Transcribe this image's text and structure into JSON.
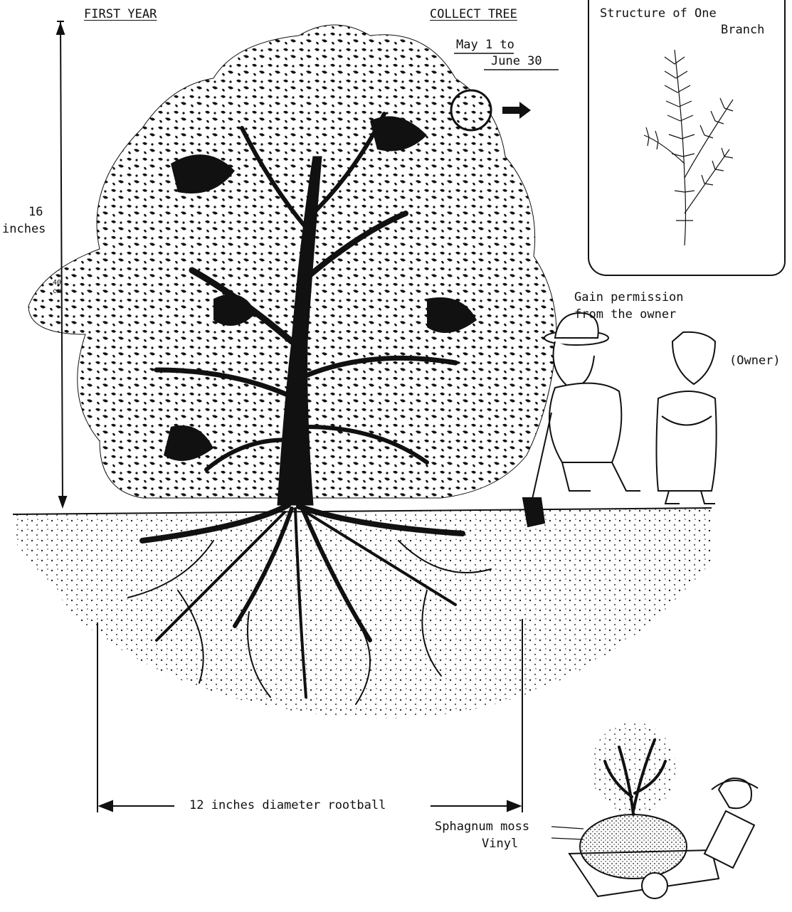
{
  "header": {
    "first_year": "FIRST YEAR",
    "collect_tree": "COLLECT TREE",
    "date_line1": "May 1 to",
    "date_line2": "June 30"
  },
  "inset": {
    "title_line1": "Structure of One",
    "title_line2": "Branch"
  },
  "height_label": {
    "value": "16",
    "unit": "inches",
    "metric_value": "40",
    "metric_unit": "cm"
  },
  "notes": {
    "permission_line1": "Gain permission",
    "permission_line2": "from the owner",
    "owner": "(Owner)"
  },
  "rootball": {
    "label": "12 inches diameter rootball"
  },
  "wrap": {
    "moss": "Sphagnum moss",
    "vinyl": "Vinyl"
  },
  "colors": {
    "ink": "#111111",
    "paper": "#ffffff"
  }
}
